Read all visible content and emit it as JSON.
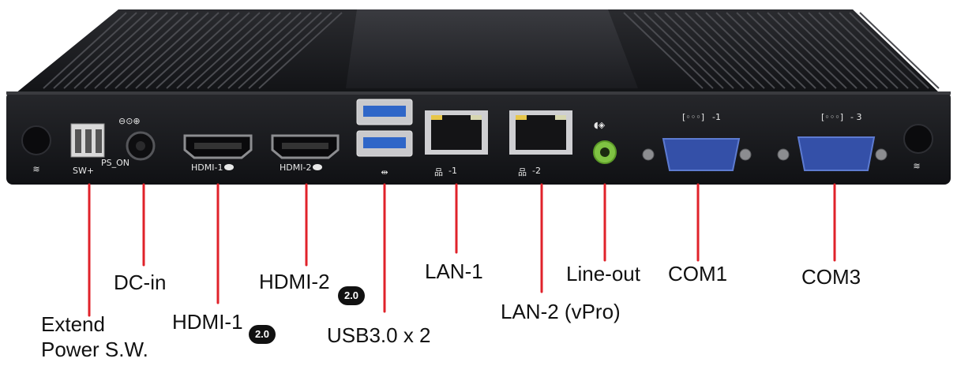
{
  "labels": {
    "extend_line1": "Extend",
    "extend_line2": "Power S.W.",
    "dc_in": "DC-in",
    "hdmi1": "HDMI-1",
    "hdmi1_badge": "2.0",
    "hdmi2": "HDMI-2",
    "hdmi2_badge": "2.0",
    "usb": "USB3.0 x 2",
    "lan1": "LAN-1",
    "lan2": "LAN-2 (vPro)",
    "line_out": "Line-out",
    "com1": "COM1",
    "com3": "COM3"
  },
  "silkscreen": {
    "sw": "SW+",
    "ps_on": "PS_ON",
    "hdmi1": "HDMI-1",
    "hdmi2": "HDMI-2",
    "lan1": "-1",
    "lan2": "-2",
    "com1": "-1",
    "com3": "- 3"
  },
  "colors": {
    "chassis": "#1c1d20",
    "panel": "#16171a",
    "leader": "#e0222a",
    "com_port": "#3450a8",
    "audio_jack": "#7fc243",
    "usb_blue": "#2f66c8"
  }
}
